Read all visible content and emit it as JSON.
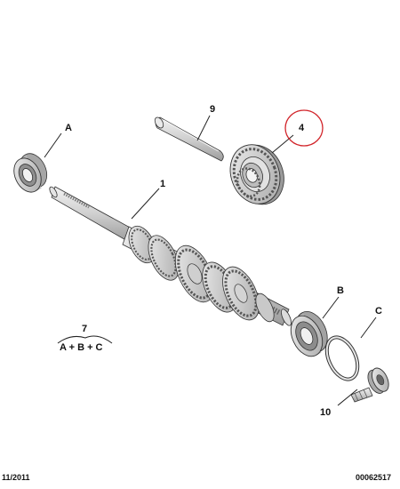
{
  "diagram": {
    "callouts": {
      "part_1": "1",
      "part_4": "4",
      "part_9": "9",
      "part_10": "10",
      "part_A": "A",
      "part_B": "B",
      "part_C": "C",
      "kit_number": "7",
      "kit_contents": "A + B + C"
    },
    "highlight_color": "#d2252b",
    "line_color": "#222222",
    "part_fill": "#d7d7d7",
    "footer": {
      "date": "11/2011",
      "reference": "00062517"
    }
  }
}
